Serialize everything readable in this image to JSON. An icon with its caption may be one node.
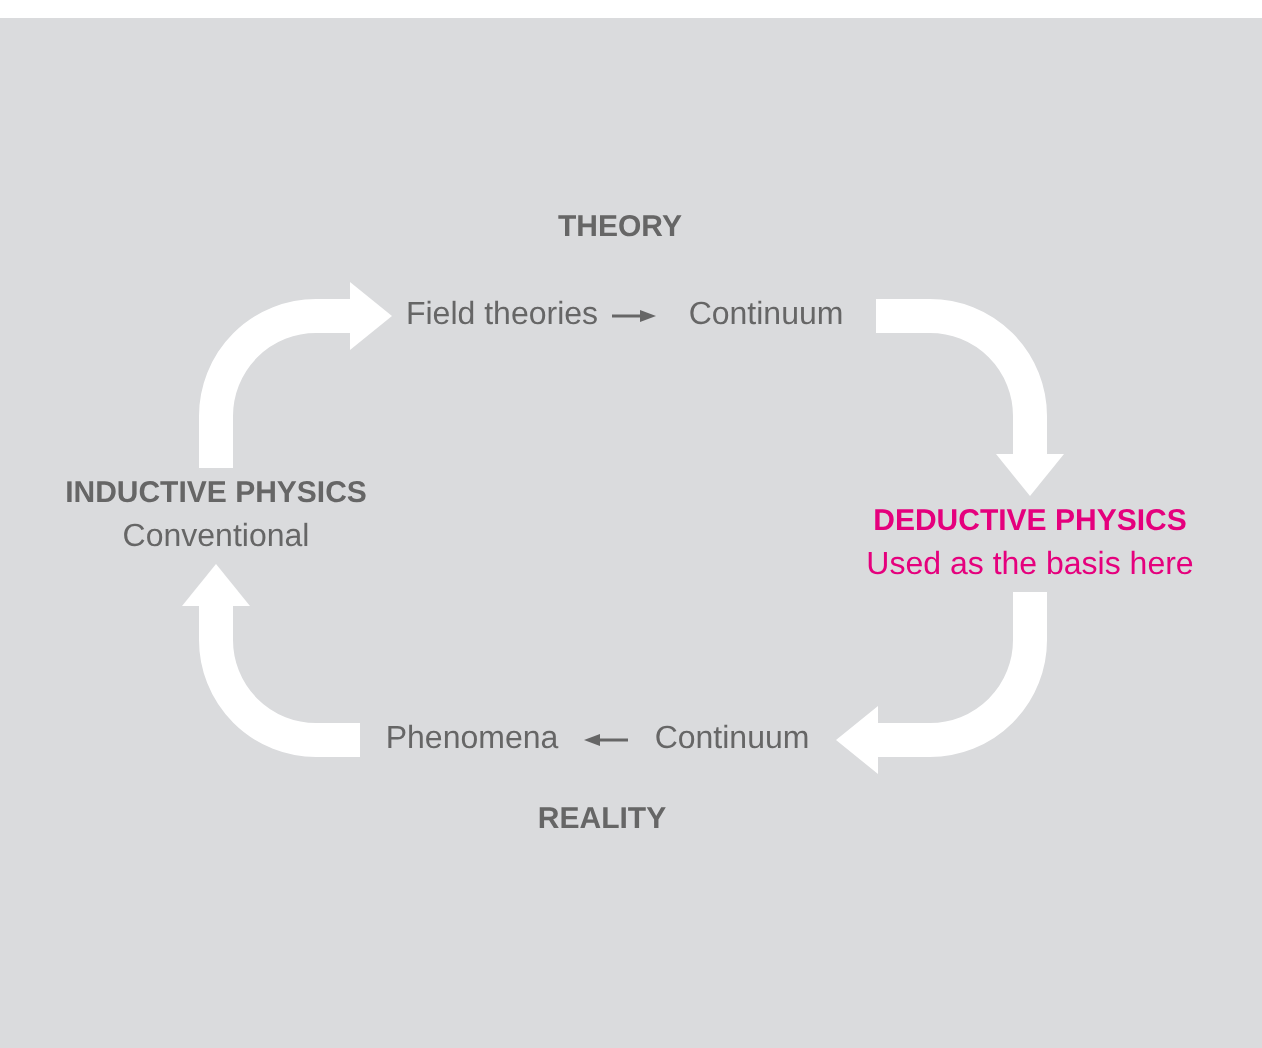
{
  "diagram": {
    "nodes": [
      {
        "text": [
          "Field theories"
        ]
      },
      {
        "text": [
          "Continuum"
        ]
      },
      {
        "text": [
          "DEDUCTIVE PHYSICS",
          "Used as the basis here"
        ]
      },
      {
        "text": [
          "Continuum"
        ]
      },
      {
        "text": [
          "Phenomena"
        ]
      },
      {
        "text": [
          "INDUCTIVE PHYSICS",
          "Conventional"
        ]
      }
    ],
    "edges": [
      {
        "from": 0,
        "to": 1,
        "arrow": "to",
        "color": "#666666"
      },
      {
        "from": 1,
        "to": 2,
        "arrow": "to"
      },
      {
        "from": 2,
        "to": 3,
        "arrow": "to"
      },
      {
        "from": 3,
        "to": 4,
        "arrow": "to",
        "color": "#666666"
      },
      {
        "from": 4,
        "to": 5,
        "arrow": "to"
      },
      {
        "from": 5,
        "to": 0,
        "arrow": "to"
      }
    ],
    "labels": [
      "THEORY",
      "REALITY"
    ]
  }
}
